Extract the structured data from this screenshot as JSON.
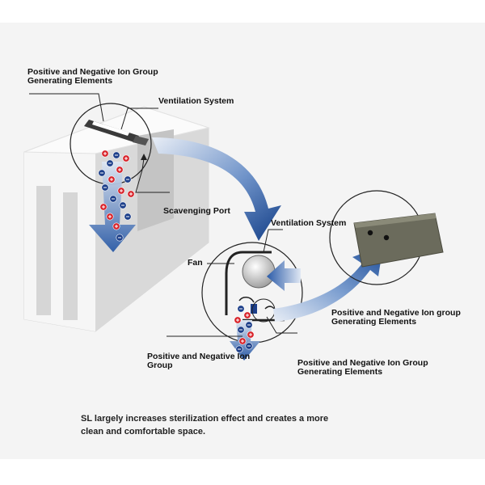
{
  "labels": {
    "top_ion_elements": "Positive and Negative Ion Group Generating Elements",
    "ventilation_top": "Ventilation System",
    "scavenging_port": "Scavenging Port",
    "ventilation_mid": "Ventilation System",
    "fan": "Fan",
    "right_ion_elements": "Positive and Negative Ion group Generating Elements",
    "ion_group": "Positive and Negative Ion Group",
    "bottom_ion_elements": "Positive and Negative Ion Group Generating Elements"
  },
  "caption": "SL largely increases sterilization effect and creates a more clean and comfortable space.",
  "colors": {
    "background": "#f4f4f4",
    "arrow_blue": "#1f4f9a",
    "positive_ion": "#d8232a",
    "negative_ion": "#1d3f8a",
    "plate": "#6b6b5c"
  }
}
